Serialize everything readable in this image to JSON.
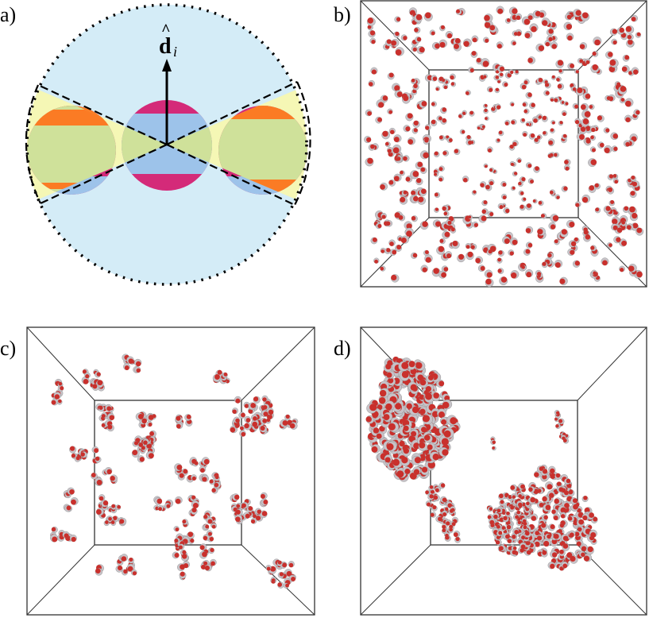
{
  "panels": {
    "a": {
      "label": "a)",
      "vector_label": {
        "symbol": "d",
        "accent": "^",
        "subscript": "i"
      },
      "colors": {
        "outer_circle": "#d4ecf7",
        "cone": "#f5f7b5",
        "overlap": "#cfe19a",
        "center_patch": "#9dc3ea",
        "cap_magenta": "#d42a79",
        "cap_orange": "#fb7b24"
      }
    },
    "b": {
      "label": "b)",
      "description_state": "dispersed particles"
    },
    "c": {
      "label": "c)",
      "description_state": "small clusters"
    },
    "d": {
      "label": "d)",
      "description_state": "large aggregates"
    }
  },
  "particle_colors": {
    "red": "#c9302c",
    "grey": "#c7c3c8",
    "outline": "#8a8a8a"
  }
}
